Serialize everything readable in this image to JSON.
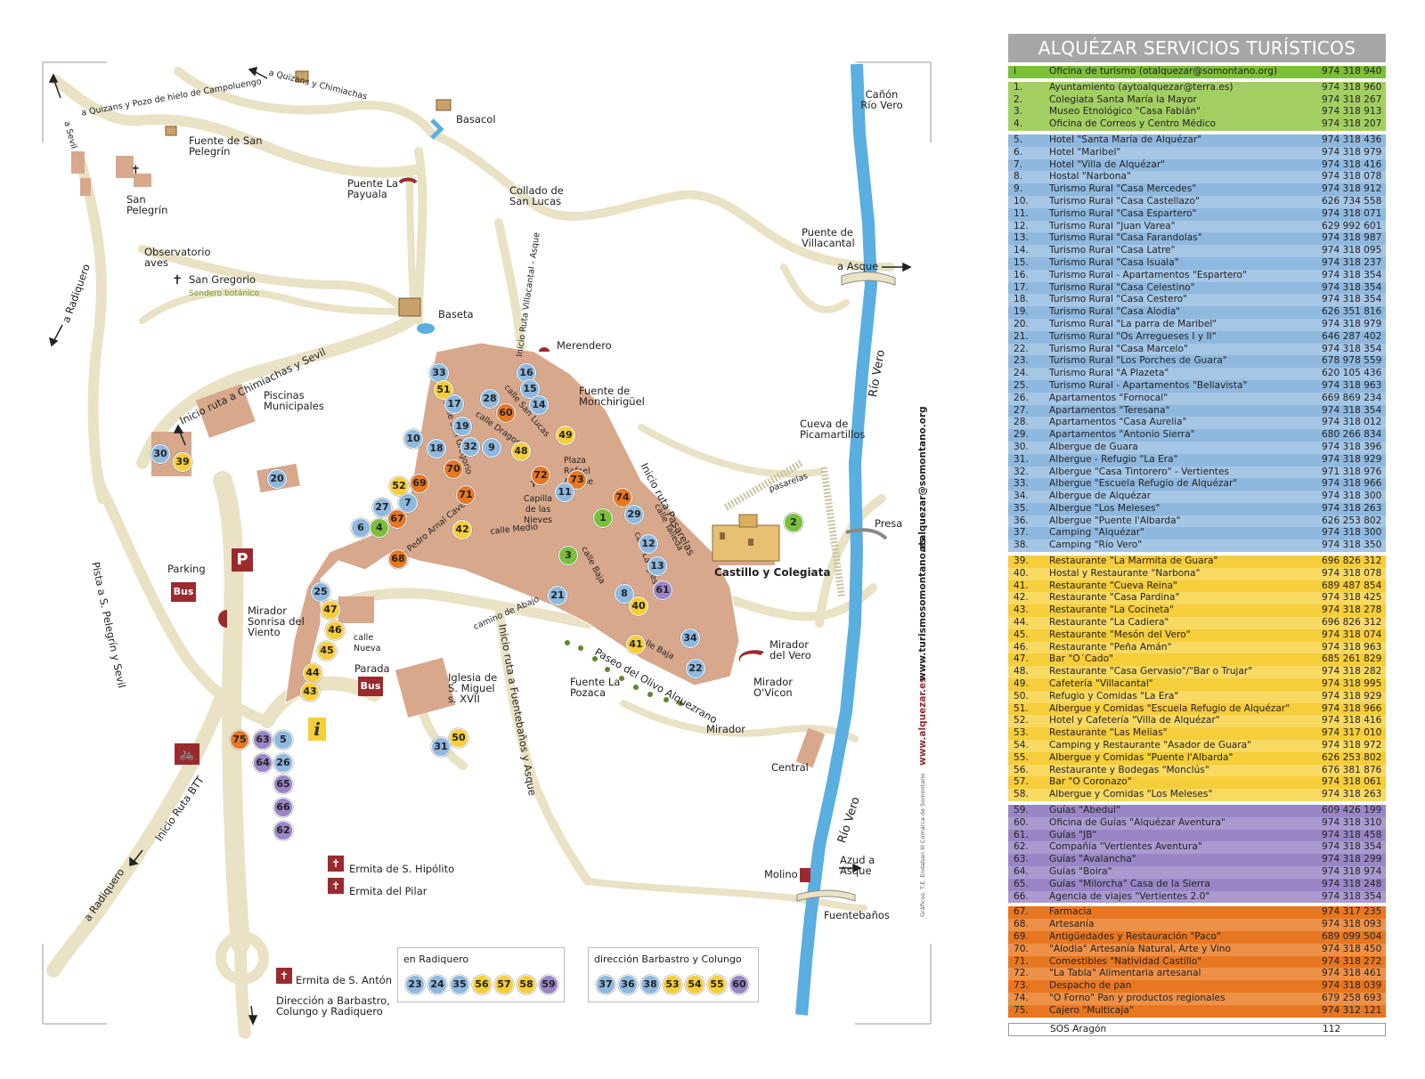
{
  "map": {
    "places": {
      "quizans_pozo": "a Quizans y Pozo de hielo de Campoluengo",
      "quizans_chimiachas": "a Quizans y Chimiachas",
      "basacol": "Basacol",
      "sevil": "a Sevil",
      "fuente_san_pelegrin": "Fuente de San Pelegrín",
      "san_pelegrin": "San Pelegrín",
      "puente_payuala": "Puente La Payuala",
      "collado_san_lucas": "Collado de San Lucas",
      "canon_rio_vero": "Cañón Río Vero",
      "puente_villacantal": "Puente de Villacantal",
      "a_asque_top": "a Asque",
      "observatorio": "Observatorio aves",
      "san_gregorio": "San Gregorio",
      "sendero_botanico": "Sendero botánico",
      "a_radiquero_top": "a Radiquero",
      "baseta": "Baseta",
      "inicio_ruta_villacantal": "Inicio Ruta Villacantal - Asque",
      "merendero": "Merendero",
      "inicio_ruta_chimiachas": "Inicio ruta a Chimiachas y Sevil",
      "piscinas": "Piscinas Municipales",
      "fuente_monchiriguel": "Fuente de Monchirigüel",
      "rio_vero_1": "Río Vero",
      "cueva_picamartillos": "Cueva de Picamartillos",
      "inicio_ruta_pasarelas": "Inicio ruta Pasarelas",
      "pasarelas": "pasarelas",
      "presa": "Presa",
      "castillo": "Castillo y Colegiata",
      "parking": "Parking",
      "pista": "Pista a S. Pelegrín y Sevil",
      "mirador_sonrisa": "Mirador Sonrisa del Viento",
      "calle_nueva": "calle Nueva",
      "parada": "Parada",
      "iglesia_smiguel": "Iglesia de S. Miguel s. XVII",
      "fuente_pozaca": "Fuente La Pozaca",
      "paseo_olivo": "Paseo del Olivo Alquezrano",
      "mirador_vero": "Mirador del Vero",
      "mirador_ovicon": "Mirador O'Vicon",
      "mirador": "Mirador",
      "central": "Central",
      "rio_vero_2": "Río Vero",
      "inicio_ruta_btt": "Inicio Ruta BTT",
      "a_radiquero_bottom": "a Radiquero",
      "inicio_ruta_fuentebanos": "Inicio ruta a Fuentebaños y Asque",
      "camino_abajo": "camino de Abajo",
      "calle_medio": "calle Medio",
      "calle_baja_1": "calle Baja",
      "calle_baja_2": "calle Baja",
      "calle_la_iglesia": "calle La Iglesia",
      "calle_talleda": "calle Talleda",
      "calle_pedro_arnal": "calle Pedro Arnal Cavero",
      "calle_san_lucas": "calle San Lucas",
      "calle_dragones": "calle Dragones",
      "calle_san_gregorio": "calle San Gregorio",
      "plaza_rafael": "Plaza Rafael Ayerbe",
      "capilla_nieves": "Capilla de las Nieves",
      "ermita_hipolito": "Ermita de S. Hipólito",
      "ermita_pilar": "Ermita del Pilar",
      "ermita_anton": "Ermita de S. Antón",
      "direccion": "Dirección a Barbastro, Colungo y Radiquero",
      "molino": "Molino",
      "azud": "Azud a Asque",
      "fuentebanos": "Fuentebaños",
      "parking_sign": "P",
      "bus_1": "Bus",
      "bus_2": "Bus",
      "info_sign": "i"
    },
    "side_text": {
      "web1": "www.alquezar.es",
      "web2": "www.turismosomontano.es",
      "email": "otalquezar@somontano.org",
      "credits": "Gráficos: T.E. Endaban III Comarca de Somontano"
    },
    "legend_radiquero": {
      "title": "en Radiquero",
      "pins": [
        {
          "n": "23",
          "c": "blue"
        },
        {
          "n": "24",
          "c": "blue"
        },
        {
          "n": "35",
          "c": "blue"
        },
        {
          "n": "56",
          "c": "yellow"
        },
        {
          "n": "57",
          "c": "yellow"
        },
        {
          "n": "58",
          "c": "yellow"
        },
        {
          "n": "59",
          "c": "purple"
        }
      ]
    },
    "legend_barbastro": {
      "title": "dirección Barbastro y Colungo",
      "pins": [
        {
          "n": "37",
          "c": "blue"
        },
        {
          "n": "36",
          "c": "blue"
        },
        {
          "n": "38",
          "c": "blue"
        },
        {
          "n": "53",
          "c": "yellow"
        },
        {
          "n": "54",
          "c": "yellow"
        },
        {
          "n": "55",
          "c": "yellow"
        },
        {
          "n": "60",
          "c": "purple"
        }
      ]
    },
    "pins": [
      {
        "n": "33",
        "c": "blue"
      },
      {
        "n": "51",
        "c": "yellow"
      },
      {
        "n": "16",
        "c": "blue"
      },
      {
        "n": "15",
        "c": "blue"
      },
      {
        "n": "14",
        "c": "blue"
      },
      {
        "n": "17",
        "c": "blue"
      },
      {
        "n": "28",
        "c": "blue"
      },
      {
        "n": "60",
        "c": "orange"
      },
      {
        "n": "19",
        "c": "blue"
      },
      {
        "n": "10",
        "c": "blue"
      },
      {
        "n": "18",
        "c": "blue"
      },
      {
        "n": "32",
        "c": "blue"
      },
      {
        "n": "9",
        "c": "blue"
      },
      {
        "n": "48",
        "c": "yellow"
      },
      {
        "n": "49",
        "c": "yellow"
      },
      {
        "n": "70",
        "c": "orange"
      },
      {
        "n": "72",
        "c": "orange"
      },
      {
        "n": "73",
        "c": "orange"
      },
      {
        "n": "69",
        "c": "orange"
      },
      {
        "n": "52",
        "c": "yellow"
      },
      {
        "n": "71",
        "c": "orange"
      },
      {
        "n": "11",
        "c": "blue"
      },
      {
        "n": "74",
        "c": "orange"
      },
      {
        "n": "7",
        "c": "blue"
      },
      {
        "n": "27",
        "c": "blue"
      },
      {
        "n": "67",
        "c": "orange"
      },
      {
        "n": "6",
        "c": "blue"
      },
      {
        "n": "4",
        "c": "green"
      },
      {
        "n": "42",
        "c": "yellow"
      },
      {
        "n": "1",
        "c": "green"
      },
      {
        "n": "29",
        "c": "blue"
      },
      {
        "n": "68",
        "c": "orange"
      },
      {
        "n": "3",
        "c": "green"
      },
      {
        "n": "12",
        "c": "blue"
      },
      {
        "n": "13",
        "c": "blue"
      },
      {
        "n": "2",
        "c": "green"
      },
      {
        "n": "30",
        "c": "blue"
      },
      {
        "n": "39",
        "c": "yellow"
      },
      {
        "n": "20",
        "c": "blue"
      },
      {
        "n": "25",
        "c": "blue"
      },
      {
        "n": "47",
        "c": "yellow"
      },
      {
        "n": "46",
        "c": "yellow"
      },
      {
        "n": "45",
        "c": "yellow"
      },
      {
        "n": "44",
        "c": "yellow"
      },
      {
        "n": "43",
        "c": "yellow"
      },
      {
        "n": "21",
        "c": "blue"
      },
      {
        "n": "8",
        "c": "blue"
      },
      {
        "n": "61",
        "c": "purple"
      },
      {
        "n": "40",
        "c": "yellow"
      },
      {
        "n": "34",
        "c": "blue"
      },
      {
        "n": "41",
        "c": "yellow"
      },
      {
        "n": "22",
        "c": "blue"
      },
      {
        "n": "75",
        "c": "orange"
      },
      {
        "n": "63",
        "c": "purple"
      },
      {
        "n": "5",
        "c": "blue"
      },
      {
        "n": "64",
        "c": "purple"
      },
      {
        "n": "26",
        "c": "blue"
      },
      {
        "n": "65",
        "c": "purple"
      },
      {
        "n": "66",
        "c": "purple"
      },
      {
        "n": "62",
        "c": "purple"
      },
      {
        "n": "31",
        "c": "blue"
      },
      {
        "n": "50",
        "c": "yellow"
      }
    ]
  },
  "services": {
    "title": "ALQUÉZAR SERVICIOS TURÍSTICOS",
    "groups": [
      {
        "cls": "g-info",
        "items": [
          {
            "n": "i",
            "name": "Oficina de turismo (otalquezar@somontano.org)",
            "phone": "974 318 940"
          }
        ]
      },
      {
        "cls": "g-green",
        "items": [
          {
            "n": "1.",
            "name": "Ayuntamiento (aytoalquezar@terra.es)",
            "phone": "974 318 960"
          },
          {
            "n": "2.",
            "name": "Colegiata Santa María la Mayor",
            "phone": "974 318 267"
          },
          {
            "n": "3.",
            "name": "Museo Etnológico \"Casa Fabián\"",
            "phone": "974 318 913"
          },
          {
            "n": "4.",
            "name": "Oficina de Correos y Centro Médico",
            "phone": "974 318 207"
          }
        ]
      },
      {
        "cls": "g-blue",
        "items": [
          {
            "n": "5.",
            "name": "Hotel \"Santa María de Alquézar\"",
            "phone": "974 318 436"
          },
          {
            "n": "6.",
            "name": "Hotel \"Maribel\"",
            "phone": "974 318 979"
          },
          {
            "n": "7.",
            "name": "Hotel \"Villa de Alquézar\"",
            "phone": "974 318 416"
          },
          {
            "n": "8.",
            "name": "Hostal \"Narbona\"",
            "phone": "974 318 078"
          },
          {
            "n": "9.",
            "name": "Turismo Rural \"Casa Mercedes\"",
            "phone": "974 318 912"
          },
          {
            "n": "10.",
            "name": "Turismo Rural \"Casa Castellazo\"",
            "phone": "626 734 558"
          },
          {
            "n": "11.",
            "name": "Turismo Rural \"Casa Espartero\"",
            "phone": "974 318 071"
          },
          {
            "n": "12.",
            "name": "Turismo Rural \"Juan Varea\"",
            "phone": "629 992 601"
          },
          {
            "n": "13.",
            "name": "Turismo Rural \"Casa Farandolas\"",
            "phone": "974 318 987"
          },
          {
            "n": "14.",
            "name": "Turismo Rural \"Casa Latre\"",
            "phone": "974 318 095"
          },
          {
            "n": "15.",
            "name": "Turismo Rural \"Casa Isuala\"",
            "phone": "974 318 237"
          },
          {
            "n": "16.",
            "name": "Turismo Rural - Apartamentos \"Espartero\"",
            "phone": "974 318 354"
          },
          {
            "n": "17.",
            "name": "Turismo Rural \"Casa Celestino\"",
            "phone": "974 318 354"
          },
          {
            "n": "18.",
            "name": "Turismo Rural \"Casa Cestero\"",
            "phone": "974 318 354"
          },
          {
            "n": "19.",
            "name": "Turismo Rural \"Casa Alodia\"",
            "phone": "626 351 816"
          },
          {
            "n": "20.",
            "name": "Turismo Rural \"La parra de Maribel\"",
            "phone": "974 318 979"
          },
          {
            "n": "21.",
            "name": "Turismo Rural \"Os Arregueses I y II\"",
            "phone": "646 287 402"
          },
          {
            "n": "22.",
            "name": "Turismo Rural \"Casa Marcelo\"",
            "phone": "974 318 354"
          },
          {
            "n": "23.",
            "name": "Turismo Rural \"Los Porches de Guara\"",
            "phone": "678 978 559"
          },
          {
            "n": "24.",
            "name": "Turismo Rural \"A Plazeta\"",
            "phone": "620 105 436"
          },
          {
            "n": "25.",
            "name": "Turismo Rural - Apartamentos \"Bellavista\"",
            "phone": "974 318 963"
          },
          {
            "n": "26.",
            "name": "Apartamentos \"Fornocal\"",
            "phone": "669 869 234"
          },
          {
            "n": "27.",
            "name": "Apartamentos \"Teresana\"",
            "phone": "974 318 354"
          },
          {
            "n": "28.",
            "name": "Apartamentos \"Casa Aurelia\"",
            "phone": "974 318 012"
          },
          {
            "n": "29.",
            "name": "Apartamentos \"Antonio Sierra\"",
            "phone": "680 266 834"
          },
          {
            "n": "30.",
            "name": "Albergue de Guara",
            "phone": "974 318 396"
          },
          {
            "n": "31.",
            "name": "Albergue - Refugio \"La Era\"",
            "phone": "974 318 929"
          },
          {
            "n": "32.",
            "name": "Albergue \"Casa Tintorero\" - Vertientes",
            "phone": "971 318 976"
          },
          {
            "n": "33.",
            "name": "Albergue \"Escuela Refugio de Alquézar\"",
            "phone": "974 318 966"
          },
          {
            "n": "34.",
            "name": "Albergue de Alquézar",
            "phone": "974 318 300"
          },
          {
            "n": "35.",
            "name": "Albergue \"Los Meleses\"",
            "phone": "974 318 263"
          },
          {
            "n": "36.",
            "name": "Albergue \"Puente l'Albarda\"",
            "phone": "626 253 802"
          },
          {
            "n": "37.",
            "name": "Camping \"Alquézar\"",
            "phone": "974 318 300"
          },
          {
            "n": "38.",
            "name": "Camping \"Río Vero\"",
            "phone": "974 318 350"
          }
        ]
      },
      {
        "cls": "g-yellow",
        "items": [
          {
            "n": "39.",
            "name": "Restaurante \"La Marmita de Guara\"",
            "phone": "696 826 312"
          },
          {
            "n": "40.",
            "name": "Hostal y Restaurante \"Narbona\"",
            "phone": "974 318 078"
          },
          {
            "n": "41.",
            "name": "Restaurante \"Cueva Reina\"",
            "phone": "689 487 854"
          },
          {
            "n": "42.",
            "name": "Restaurante \"Casa Pardina\"",
            "phone": "974 318 425"
          },
          {
            "n": "43.",
            "name": "Restaurante \"La Cocineta\"",
            "phone": "974 318 278"
          },
          {
            "n": "44.",
            "name": "Restaurante \"La Cadiera\"",
            "phone": "696 826 312"
          },
          {
            "n": "45.",
            "name": "Restaurante \"Mesón del Vero\"",
            "phone": "974 318 074"
          },
          {
            "n": "46.",
            "name": "Restaurante \"Peña Amán\"",
            "phone": "974 318 963"
          },
          {
            "n": "47.",
            "name": "Bar \"O´Cado\"",
            "phone": "685 261 829"
          },
          {
            "n": "48.",
            "name": "Restaurante \"Casa Gervasio\"/\"Bar o Trujar\"",
            "phone": "974 318 282"
          },
          {
            "n": "49.",
            "name": "Cafetería \"Villacantal\"",
            "phone": "974 318 995"
          },
          {
            "n": "50.",
            "name": "Refugio y Comidas \"La Era\"",
            "phone": "974 318 929"
          },
          {
            "n": "51.",
            "name": "Albergue y Comidas \"Escuela Refugio de Alquézar\"",
            "phone": "974 318 966"
          },
          {
            "n": "52.",
            "name": "Hotel y Cafetería \"Villa de Alquézar\"",
            "phone": "974 318 416"
          },
          {
            "n": "53.",
            "name": "Restaurante \"Las Melias\"",
            "phone": "974 317 010"
          },
          {
            "n": "54.",
            "name": "Camping y Restaurante \"Asador de Guara\"",
            "phone": "974 318 972"
          },
          {
            "n": "55.",
            "name": "Albergue y Comidas \"Puente l'Albarda\"",
            "phone": "626 253 802"
          },
          {
            "n": "56.",
            "name": "Restaurante y Bodegas \"Monclús\"",
            "phone": "676 381 876"
          },
          {
            "n": "57.",
            "name": "Bar \"O Coronazo\"",
            "phone": "974 318 061"
          },
          {
            "n": "58.",
            "name": "Albergue y Comidas \"Los Meleses\"",
            "phone": "974 318 263"
          }
        ]
      },
      {
        "cls": "g-purple",
        "items": [
          {
            "n": "59.",
            "name": "Guías \"Abedul\"",
            "phone": "609 426 199"
          },
          {
            "n": "60.",
            "name": "Oficina de Guías \"Alquézar Aventura\"",
            "phone": "974 318 310"
          },
          {
            "n": "61.",
            "name": "Guías \"JB\"",
            "phone": "974 318 458"
          },
          {
            "n": "62.",
            "name": "Compañía \"Vertientes Aventura\"",
            "phone": "974 318 354"
          },
          {
            "n": "63.",
            "name": "Guías \"Avalancha\"",
            "phone": "974 318 299"
          },
          {
            "n": "64.",
            "name": "Guías \"Boira\"",
            "phone": "974 318 974"
          },
          {
            "n": "65.",
            "name": "Guías \"Milorcha\" Casa de la Sierra",
            "phone": "974 318 248"
          },
          {
            "n": "66.",
            "name": "Agencia de viajes \"Vertientes 2.0\"",
            "phone": "974 318 354"
          }
        ]
      },
      {
        "cls": "g-orange",
        "items": [
          {
            "n": "67.",
            "name": "Farmacia",
            "phone": "974 317 235"
          },
          {
            "n": "68.",
            "name": "Artesanía",
            "phone": "974 318 093"
          },
          {
            "n": "69.",
            "name": "Antigüedades y Restauración \"Paco\"",
            "phone": "689 099 504"
          },
          {
            "n": "70.",
            "name": "\"Alodia\" Artesanía Natural, Arte y Vino",
            "phone": "974 318 450"
          },
          {
            "n": "71.",
            "name": "Comestibles \"Natividad Castillo\"",
            "phone": "974 318 272"
          },
          {
            "n": "72.",
            "name": "\"La Tabla\" Alimentaria artesanal",
            "phone": "974 318 461"
          },
          {
            "n": "73.",
            "name": "Despacho de pan",
            "phone": "974 318 039"
          },
          {
            "n": "74.",
            "name": "\"O Forno\" Pan y productos regionales",
            "phone": "679 258 693"
          },
          {
            "n": "75.",
            "name": "Cajero \"Multicaja\"",
            "phone": "974 312 121"
          }
        ]
      }
    ],
    "sos": {
      "name": "SOS Aragón",
      "phone": "112"
    }
  },
  "colors": {
    "road": "#e9e2c5",
    "town": "#d8a88c",
    "river": "#5aaee0",
    "brand_red": "#9b2a2f",
    "blue": "#8fb8df",
    "yellow": "#f6cd3a",
    "purple": "#9a86c6",
    "orange": "#e87722",
    "green": "#7cbf3a"
  }
}
